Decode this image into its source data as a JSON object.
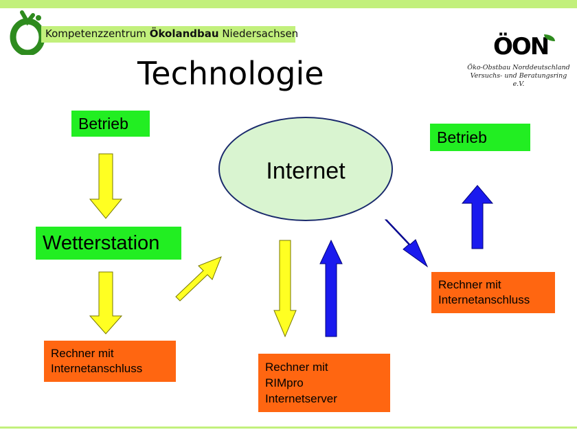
{
  "header": {
    "prefix": "Kompetenzzentrum",
    "bold": "Ökolandbau",
    "suffix": "Niedersachsen"
  },
  "logo_right": {
    "mark": "ÖON",
    "line1": "Öko-Obstbau Norddeutschland",
    "line2": "Versuchs- und Beratungsring e.V."
  },
  "title": "Technologie",
  "nodes": {
    "betrieb_left": "Betrieb",
    "wetterstation": "Wetterstation",
    "rechner_left_1": "Rechner mit",
    "rechner_left_2": "Internetanschluss",
    "internet": "Internet",
    "server_1": "Rechner mit",
    "server_2": "RIMpro",
    "server_3": "Internetserver",
    "betrieb_right": "Betrieb",
    "rechner_right_1": "Rechner mit",
    "rechner_right_2": "Internetanschluss"
  },
  "colors": {
    "accent_green": "#c2f07c",
    "node_green": "#22ee22",
    "node_orange": "#ff6611",
    "arrow_yellow": "#ffff22",
    "arrow_blue": "#1a1aee",
    "internet_fill": "#d9f4d0"
  }
}
